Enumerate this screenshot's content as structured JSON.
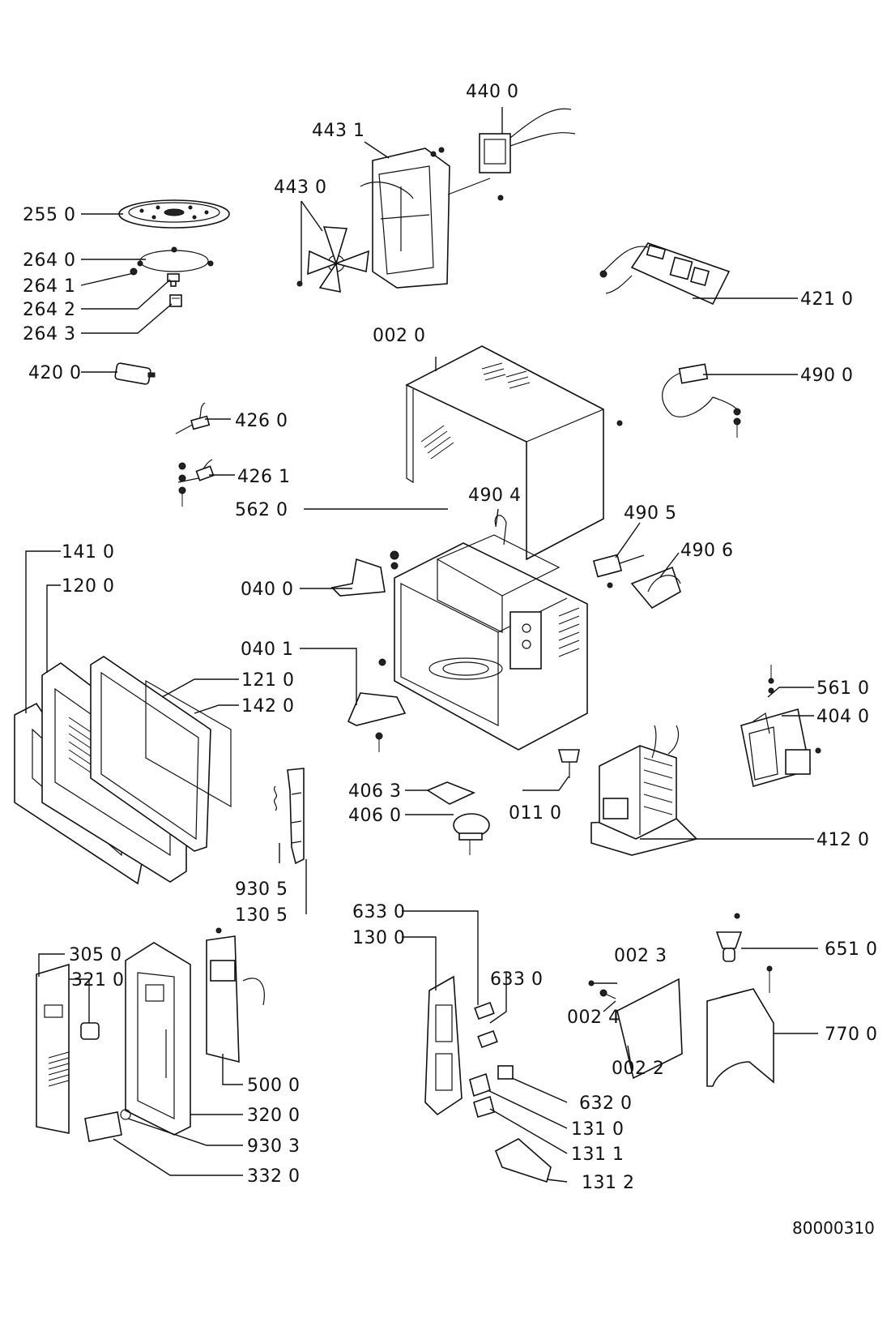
{
  "diagram": {
    "reference_number": "80000310",
    "callouts": [
      {
        "id": "c2550",
        "text": "255  0"
      },
      {
        "id": "c2640",
        "text": "264  0"
      },
      {
        "id": "c2641",
        "text": "264  1"
      },
      {
        "id": "c2642",
        "text": "264  2"
      },
      {
        "id": "c2643",
        "text": "264  3"
      },
      {
        "id": "c4200",
        "text": "420  0"
      },
      {
        "id": "c4260",
        "text": "426 0"
      },
      {
        "id": "c4261",
        "text": "426  1"
      },
      {
        "id": "c4400",
        "text": "440  0"
      },
      {
        "id": "c4431",
        "text": "443  1"
      },
      {
        "id": "c4430",
        "text": "443  0"
      },
      {
        "id": "c4210",
        "text": "421  0"
      },
      {
        "id": "c0020",
        "text": "002  0"
      },
      {
        "id": "c4900",
        "text": "490  0"
      },
      {
        "id": "c5620",
        "text": "562  0"
      },
      {
        "id": "c4904",
        "text": "490  4"
      },
      {
        "id": "c4905",
        "text": "490  5"
      },
      {
        "id": "c4906",
        "text": "490  6"
      },
      {
        "id": "c1410",
        "text": "141  0"
      },
      {
        "id": "c1200",
        "text": "120  0"
      },
      {
        "id": "c0400",
        "text": "040  0"
      },
      {
        "id": "c0401",
        "text": "040  1"
      },
      {
        "id": "c1210",
        "text": "121  0"
      },
      {
        "id": "c1420",
        "text": "142  0"
      },
      {
        "id": "c5610",
        "text": "561  0"
      },
      {
        "id": "c4040",
        "text": "404  0"
      },
      {
        "id": "c4063",
        "text": "406  3"
      },
      {
        "id": "c4060",
        "text": "406  0"
      },
      {
        "id": "c0110",
        "text": "011  0"
      },
      {
        "id": "c4120",
        "text": "412  0"
      },
      {
        "id": "c9305",
        "text": "930  5"
      },
      {
        "id": "c1305",
        "text": "130  5"
      },
      {
        "id": "c6330a",
        "text": "633  0"
      },
      {
        "id": "c1300",
        "text": "130  0"
      },
      {
        "id": "c6330b",
        "text": "633  0"
      },
      {
        "id": "c0023",
        "text": "002  3"
      },
      {
        "id": "c0024",
        "text": "002  4"
      },
      {
        "id": "c0022",
        "text": "002  2"
      },
      {
        "id": "c6510",
        "text": "651  0"
      },
      {
        "id": "c7700",
        "text": "770  0"
      },
      {
        "id": "c3050",
        "text": "305  0"
      },
      {
        "id": "c3210",
        "text": "321  0"
      },
      {
        "id": "c5000",
        "text": "500  0"
      },
      {
        "id": "c3200",
        "text": "320  0"
      },
      {
        "id": "c9303",
        "text": "930  3"
      },
      {
        "id": "c3320",
        "text": "332  0"
      },
      {
        "id": "c6320",
        "text": "632  0"
      },
      {
        "id": "c1310",
        "text": "131  0"
      },
      {
        "id": "c1311",
        "text": "131  1"
      },
      {
        "id": "c1312",
        "text": "131  2"
      }
    ]
  }
}
